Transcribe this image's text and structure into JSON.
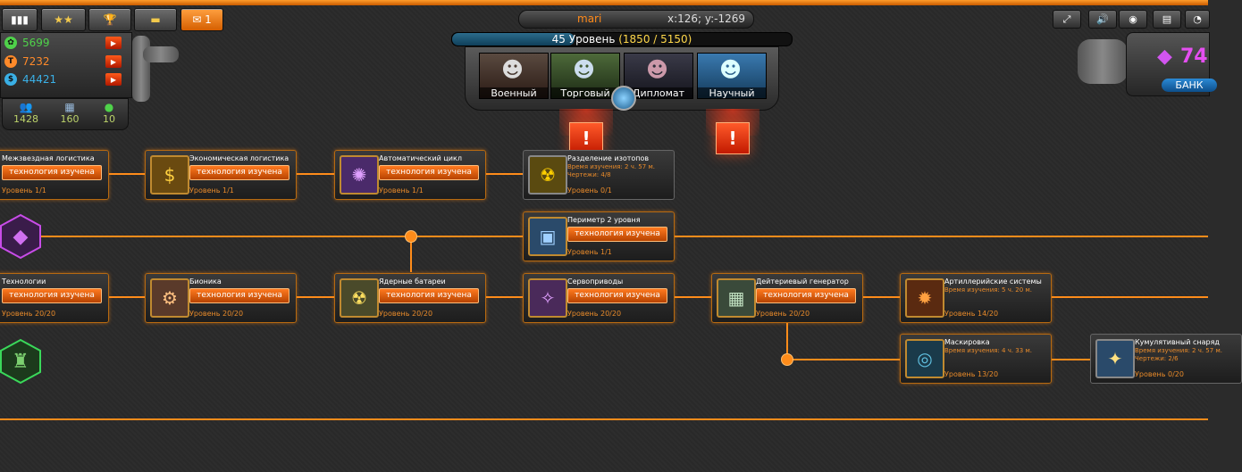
{
  "toolbar": {
    "buttons": [
      {
        "name": "video-button",
        "icon": "film-icon"
      },
      {
        "name": "stars-button",
        "icon": "stars-icon"
      },
      {
        "name": "trophy-button",
        "icon": "trophy-icon"
      },
      {
        "name": "ticket-button",
        "icon": "ticket-icon"
      }
    ],
    "mail_count": "1"
  },
  "player": {
    "name": "mari",
    "coords": "x:126; y:-1269"
  },
  "resources": [
    {
      "icon": "green-resource-icon",
      "value": "5699",
      "color": "#4fd24a"
    },
    {
      "icon": "orange-resource-icon",
      "value": "7232",
      "color": "#ff8a2a"
    },
    {
      "icon": "blue-resource-icon",
      "value": "44421",
      "color": "#3ab0e6"
    }
  ],
  "stats": [
    {
      "icon": "population-icon",
      "value": "1428"
    },
    {
      "icon": "storage-icon",
      "value": "160"
    },
    {
      "icon": "planet-icon",
      "value": "10"
    }
  ],
  "level": {
    "num": "45",
    "label": "Уровень",
    "xp": "(1850 / 5150)",
    "progress": 0.36
  },
  "advisors": [
    {
      "name": "Военный",
      "icon": "military-advisor-portrait"
    },
    {
      "name": "Торговый",
      "icon": "trade-advisor-portrait"
    },
    {
      "name": "Дипломат",
      "icon": "diplomat-advisor-portrait"
    },
    {
      "name": "Научный",
      "icon": "science-advisor-portrait"
    }
  ],
  "alerts": [
    "!",
    "!"
  ],
  "crystals": {
    "value": "74",
    "bank_label": "БАНК"
  },
  "colors": {
    "accent": "#ff8c1a",
    "button": "#d55f00"
  },
  "tree": {
    "categories": [
      {
        "icon": "logistics-hex-icon",
        "color": "#3a7bd8",
        "badge": "!"
      },
      {
        "icon": "crystal-hex-icon",
        "color": "#c84ce8"
      },
      {
        "icon": "building-hex-icon",
        "color": "#3aa2a8"
      },
      {
        "icon": "tower-hex-icon",
        "color": "#3ad85a"
      }
    ],
    "nodes": [
      {
        "id": "n1",
        "title": "Межзвездная логистика",
        "button": "технология изучена",
        "level": "Уровень 1/1",
        "icon": "logistics-icon"
      },
      {
        "id": "n2",
        "title": "Экономическая логистика",
        "button": "технология изучена",
        "level": "Уровень 1/1",
        "icon": "economy-icon"
      },
      {
        "id": "n3",
        "title": "Автоматический цикл",
        "button": "технология изучена",
        "level": "Уровень 1/1",
        "icon": "cycle-icon"
      },
      {
        "id": "n4",
        "title": "Разделение изотопов",
        "meta1": "Время изучения: 2 ч. 57 м.",
        "meta2": "Чертежи: 4/8",
        "level": "Уровень 0/1",
        "icon": "radiation-icon",
        "locked": true
      },
      {
        "id": "n5",
        "title": "Периметр 2 уровня",
        "button": "технология изучена",
        "level": "Уровень 1/1",
        "icon": "perimeter-icon"
      },
      {
        "id": "n6",
        "title": "Технологии",
        "button": "технология изучена",
        "level": "Уровень 20/20",
        "icon": "tech-icon"
      },
      {
        "id": "n7",
        "title": "Бионика",
        "button": "технология изучена",
        "level": "Уровень 20/20",
        "icon": "bionics-icon"
      },
      {
        "id": "n8",
        "title": "Ядерные батареи",
        "button": "технология изучена",
        "level": "Уровень 20/20",
        "icon": "battery-icon"
      },
      {
        "id": "n9",
        "title": "Сервоприводы",
        "button": "технология изучена",
        "level": "Уровень 20/20",
        "icon": "servo-icon"
      },
      {
        "id": "n10",
        "title": "Дейтериевый генератор",
        "button": "технология изучена",
        "level": "Уровень 20/20",
        "icon": "generator-icon"
      },
      {
        "id": "n11",
        "title": "Артиллерийские системы",
        "meta1": "Время изучения: 5 ч. 20 м.",
        "level": "Уровень 14/20",
        "icon": "artillery-icon"
      },
      {
        "id": "n12",
        "title": "Маскировка",
        "meta1": "Время изучения: 4 ч. 33 м.",
        "level": "Уровень 13/20",
        "icon": "camouflage-icon"
      },
      {
        "id": "n13",
        "title": "Кумулятивный снаряд",
        "meta1": "Время изучения: 2 ч. 57 м.",
        "meta2": "Чертежи: 2/6",
        "level": "Уровень 0/20",
        "icon": "shell-icon",
        "locked": true
      }
    ]
  }
}
